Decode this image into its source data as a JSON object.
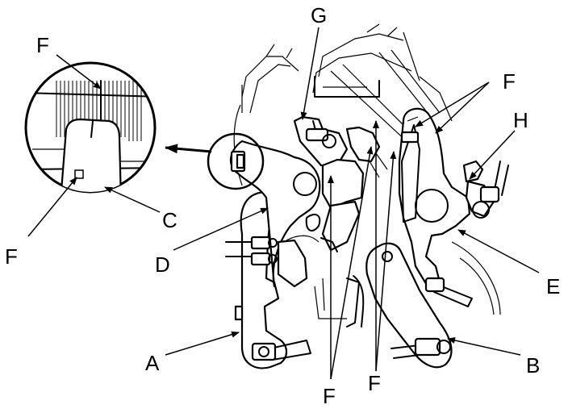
{
  "diagram": {
    "labels": {
      "A": "A",
      "B": "B",
      "C": "C",
      "D": "D",
      "E": "E",
      "G": "G",
      "H": "H",
      "F_inset_top": "F",
      "F_inset_bottom": "F",
      "F_upper_right": "F",
      "F_bottom_left": "F",
      "F_bottom_right": "F"
    }
  }
}
